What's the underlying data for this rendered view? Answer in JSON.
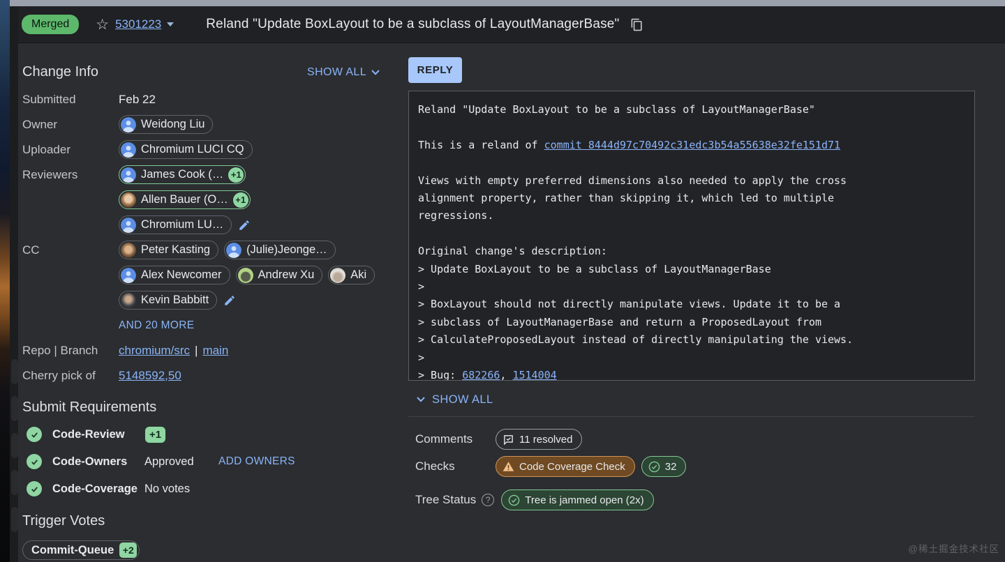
{
  "colors": {
    "accent_blue": "#8ab4f8",
    "reply_button_bg": "#a8c7fa",
    "merged_badge_green": "#5db86c",
    "vote_green": "#8fd6a2",
    "success_chip_border": "#81c995",
    "success_chip_bg": "#2c4534",
    "warning_chip_bg": "#6f4a22",
    "warning_chip_border": "#cf9557",
    "page_bg": "#2b2d30",
    "titlebar_bg": "#1f2124",
    "commit_box_bg": "#222327"
  },
  "titlebar": {
    "status": "Merged",
    "change_number": "5301223",
    "title": "Reland \"Update BoxLayout to be a subclass of LayoutManagerBase\""
  },
  "change_info": {
    "heading": "Change Info",
    "show_all": "SHOW ALL",
    "labels": {
      "submitted": "Submitted",
      "owner": "Owner",
      "uploader": "Uploader",
      "reviewers": "Reviewers",
      "cc": "CC",
      "repo_branch": "Repo | Branch",
      "cherry_pick": "Cherry pick of"
    },
    "submitted": "Feb 22",
    "owner": {
      "name": "Weidong Liu",
      "avatar": "generic"
    },
    "uploader": {
      "name": "Chromium LUCI CQ",
      "avatar": "generic"
    },
    "reviewers": [
      {
        "name": "James Cook (…",
        "avatar": "generic",
        "vote": "+1"
      },
      {
        "name": "Allen Bauer (O…",
        "avatar": "photo-allen",
        "vote": "+1"
      },
      {
        "name": "Chromium LU…",
        "avatar": "generic",
        "edit_after": true
      }
    ],
    "cc": [
      {
        "name": "Peter Kasting",
        "avatar": "photo-peter"
      },
      {
        "name": "(Julie)Jeonge…",
        "avatar": "generic"
      },
      {
        "name": "Alex Newcomer",
        "avatar": "generic"
      },
      {
        "name": "Andrew Xu",
        "avatar": "photo-andrew"
      },
      {
        "name": "Aki",
        "avatar": "photo-aki"
      },
      {
        "name": "Kevin Babbitt",
        "avatar": "photo-kevin",
        "edit_after": true
      }
    ],
    "and_more": "AND 20 MORE",
    "repo": "chromium/src",
    "separator": "|",
    "branch": "main",
    "cherry_pick_value": "5148592,50"
  },
  "submit_requirements": {
    "heading": "Submit Requirements",
    "rows": [
      {
        "label": "Code-Review",
        "vote_chip": "+1"
      },
      {
        "label": "Code-Owners",
        "value": "Approved",
        "action": "ADD OWNERS"
      },
      {
        "label": "Code-Coverage",
        "value": "No votes"
      }
    ]
  },
  "trigger_votes": {
    "heading": "Trigger Votes",
    "chips": [
      {
        "label": "Commit-Queue",
        "vote": "+2"
      }
    ]
  },
  "reply": {
    "label": "REPLY"
  },
  "commit_message": {
    "lines": [
      [
        {
          "t": "Reland \"Update BoxLayout to be a subclass of LayoutManagerBase\""
        }
      ],
      [
        {
          "t": ""
        }
      ],
      [
        {
          "t": "This is a reland of "
        },
        {
          "t": "commit 8444d97c70492c31edc3b54a55638e32fe151d71",
          "link": true
        }
      ],
      [
        {
          "t": ""
        }
      ],
      [
        {
          "t": "Views with empty preferred dimensions also needed to apply the cross"
        }
      ],
      [
        {
          "t": "alignment property, rather than skipping it, which led to multiple"
        }
      ],
      [
        {
          "t": "regressions."
        }
      ],
      [
        {
          "t": ""
        }
      ],
      [
        {
          "t": "Original change's description:"
        }
      ],
      [
        {
          "t": "> Update BoxLayout to be a subclass of LayoutManagerBase"
        }
      ],
      [
        {
          "t": ">"
        }
      ],
      [
        {
          "t": "> BoxLayout should not directly manipulate views. Update it to be a"
        }
      ],
      [
        {
          "t": "> subclass of LayoutManagerBase and return a ProposedLayout from"
        }
      ],
      [
        {
          "t": "> CalculateProposedLayout instead of directly manipulating the views."
        }
      ],
      [
        {
          "t": ">"
        }
      ],
      [
        {
          "t": "> Bug: "
        },
        {
          "t": "682266",
          "link": true
        },
        {
          "t": ", "
        },
        {
          "t": "1514004",
          "link": true
        }
      ]
    ]
  },
  "bottom_show_all": "SHOW ALL",
  "meta": {
    "comments_label": "Comments",
    "comments_chip": "11 resolved",
    "checks_label": "Checks",
    "warning_chip": "Code Coverage Check",
    "passed_chip": "32",
    "tree_label": "Tree Status",
    "tree_chip": "Tree is jammed open (2x)"
  },
  "watermark": "@稀土掘金技术社区"
}
